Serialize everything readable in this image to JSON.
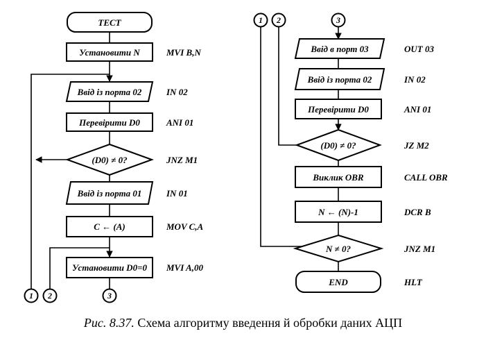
{
  "left_column": {
    "start": "ТЕСТ",
    "set_n": "Установити N",
    "input_02": "Ввід із порта 02",
    "check_d0": "Перевірити D0",
    "cond_d0": "(D0) ≠ 0?",
    "input_01": "Ввід із порта 01",
    "move_ca": "C ← (A)",
    "set_d0": "Установити D0=0"
  },
  "left_codes": {
    "set_n": "MVI B,N",
    "input_02": "IN 02",
    "check_d0": "ANI 01",
    "cond_d0": "JNZ M1",
    "input_01": "IN 01",
    "move_ca": "MOV C,A",
    "set_d0": "MVI A,00"
  },
  "right_column": {
    "output_03": "Ввід в порт 03",
    "input_02": "Ввід із порта 02",
    "check_d0": "Перевірити D0",
    "cond_d0": "(D0) ≠ 0?",
    "call_obr": "Виклик OBR",
    "dec_n": "N ← (N)-1",
    "cond_n": "N ≠ 0?",
    "end": "END"
  },
  "right_codes": {
    "output_03": "OUT 03",
    "input_02": "IN 02",
    "check_d0": "ANI 01",
    "cond_d0": "JZ M2",
    "call_obr": "CALL OBR",
    "dec_n": "DCR B",
    "cond_n": "JNZ M1",
    "end": "HLT"
  },
  "connectors": {
    "c1": "1",
    "c2": "2",
    "c3": "3"
  },
  "caption": {
    "number": "Рис. 8.37.",
    "text": "Схема алгоритму введення й обробки даних АЦП"
  }
}
